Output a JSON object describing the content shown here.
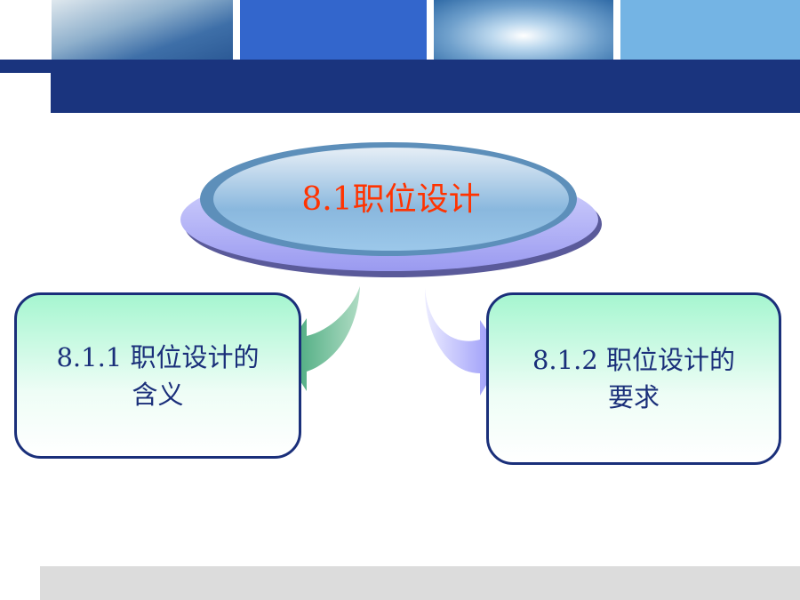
{
  "title": "8.1职位设计",
  "left_box": {
    "line1": "8.1.1 职位设计的",
    "line2": "含义"
  },
  "right_box": {
    "line1": "8.1.2 职位设计的",
    "line2": "要求"
  },
  "colors": {
    "band": "#1a347e",
    "title": "#ff3300",
    "box_border": "#1a2f7a"
  }
}
